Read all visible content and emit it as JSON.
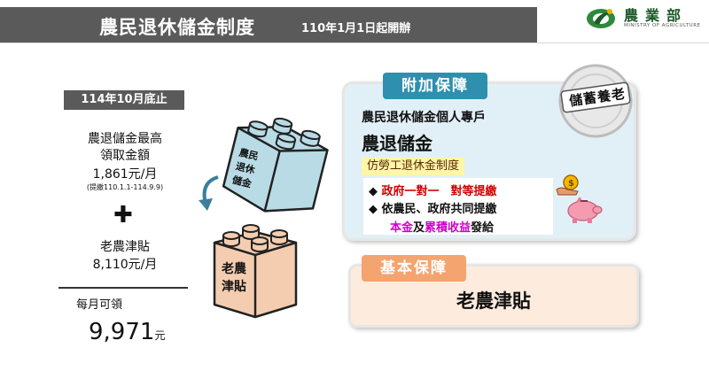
{
  "header": {
    "title": "農民退休儲金制度",
    "subtitle": "110年1月1日起開辦"
  },
  "logo": {
    "name": "農業部",
    "english": "MINISTRY OF AGRICULTURE"
  },
  "left": {
    "date_badge": "114年10月底止",
    "max_label_1": "農退儲金最高",
    "max_label_2": "領取金額",
    "max_amount": "1,861元/月",
    "max_note": "(提繳110.1.1-114.9.9)",
    "plus": "✚",
    "allowance_label": "老農津貼",
    "allowance_amount": "8,110元/月",
    "monthly_label": "每月可領",
    "total_value": "9,971",
    "total_unit": "元"
  },
  "lego": {
    "top_label": "農民退休儲金",
    "bottom_label": "老農津貼",
    "top_color": "#b9dbe6",
    "bottom_color": "#f4cdb0"
  },
  "card_extra": {
    "tab": "附加保障",
    "line1": "農民退休儲金個人專戶",
    "line2": "農退儲金",
    "line3": "仿勞工退休金制度",
    "bullet1": "政府一對一　對等提繳",
    "bullet2": "依農民、政府共同提繳",
    "bullet3_a": "本金",
    "bullet3_b": "及",
    "bullet3_c": "累積收益",
    "bullet3_d": "發給",
    "seal": "儲蓄養老",
    "accent": "#2e8fae"
  },
  "card_basic": {
    "tab": "基本保障",
    "main": "老農津貼",
    "accent": "#f4a46e"
  }
}
